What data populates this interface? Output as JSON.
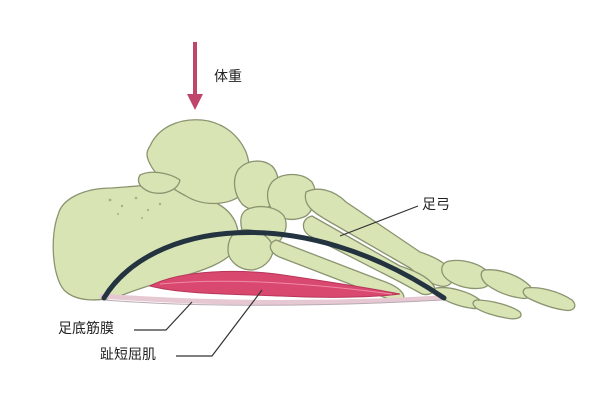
{
  "labels": {
    "body_weight": "体重",
    "foot_arch": "足弓",
    "plantar_fascia": "足底筋膜",
    "flexor_digitorum_brevis": "趾短屈肌"
  },
  "colors": {
    "bone_fill": "#d9e4b4",
    "bone_stroke": "#8a9470",
    "arch_curve": "#243340",
    "muscle": "#d9486e",
    "fascia": "#e6c8d2",
    "arrow": "#c0456a",
    "leader_line": "#333333"
  }
}
